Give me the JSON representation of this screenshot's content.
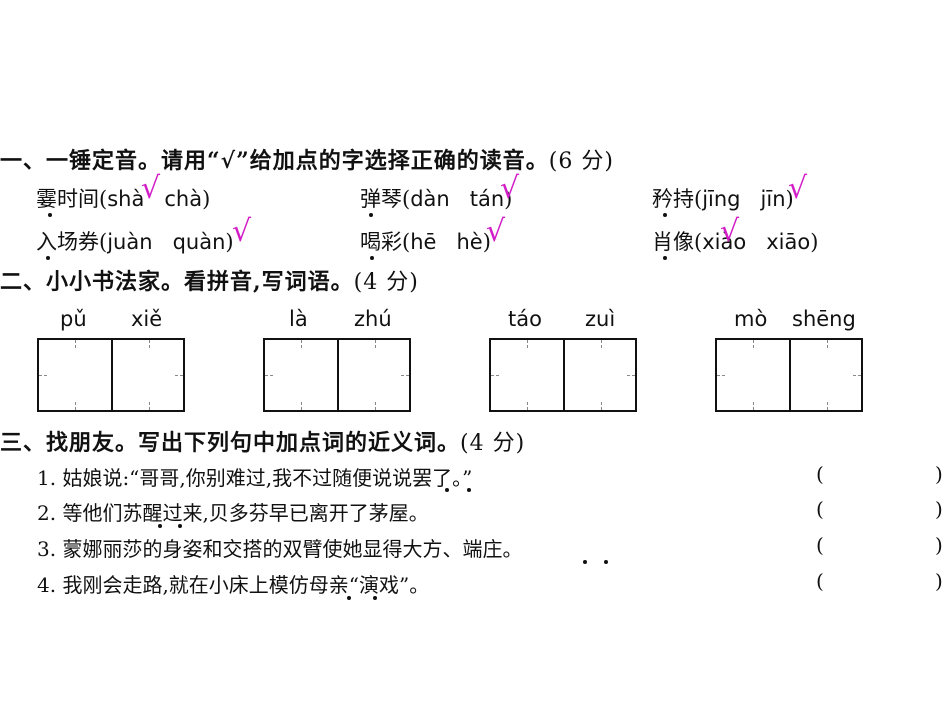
{
  "section1": {
    "heading": "一、一锤定音。请用“√”给加点的字选择正确的读音。",
    "points": "(6 分)",
    "rows": [
      [
        {
          "word": "霎时间",
          "open": "(",
          "opt1": "shà",
          "opt2": "chà",
          "close": ")"
        },
        {
          "word": "弹琴",
          "open": "(",
          "opt1": "dàn",
          "opt2": "tán",
          "close": ")"
        },
        {
          "word": "矜持",
          "open": "(",
          "opt1": "jīng",
          "opt2": "jīn",
          "close": ")"
        }
      ],
      [
        {
          "word": "入场券",
          "open": "(",
          "opt1": "juàn",
          "opt2": "quàn",
          "close": ")"
        },
        {
          "word": "喝彩",
          "open": "(",
          "opt1": "hē",
          "opt2": "hè",
          "close": ")"
        },
        {
          "word": "肖像",
          "open": "(",
          "opt1": "xiào",
          "opt2": "xiāo",
          "close": ")"
        }
      ]
    ],
    "check_mark": "√",
    "check_color": "#d21fc8"
  },
  "section2": {
    "heading": "二、小小书法家。看拼音,写词语。",
    "points": "(4 分)",
    "pinyin": [
      [
        "pǔ",
        "xiě"
      ],
      [
        "là",
        "zhú"
      ],
      [
        "táo",
        "zuì"
      ],
      [
        "mò",
        "shēng"
      ]
    ]
  },
  "section3": {
    "heading": "三、找朋友。写出下列句中加点词的近义词。",
    "points": "(4 分)",
    "sentences": [
      "1. 姑娘说:“哥哥,你别难过,我不过随便说说罢了。”",
      "2. 等他们苏醒过来,贝多芬早已离开了茅屋。",
      "3. 蒙娜丽莎的身姿和交搭的双臂使她显得大方、端庄。",
      "4. 我刚会走路,就在小床上模仿母亲“演戏”。"
    ],
    "answer_open": "(",
    "answer_close": ")"
  }
}
